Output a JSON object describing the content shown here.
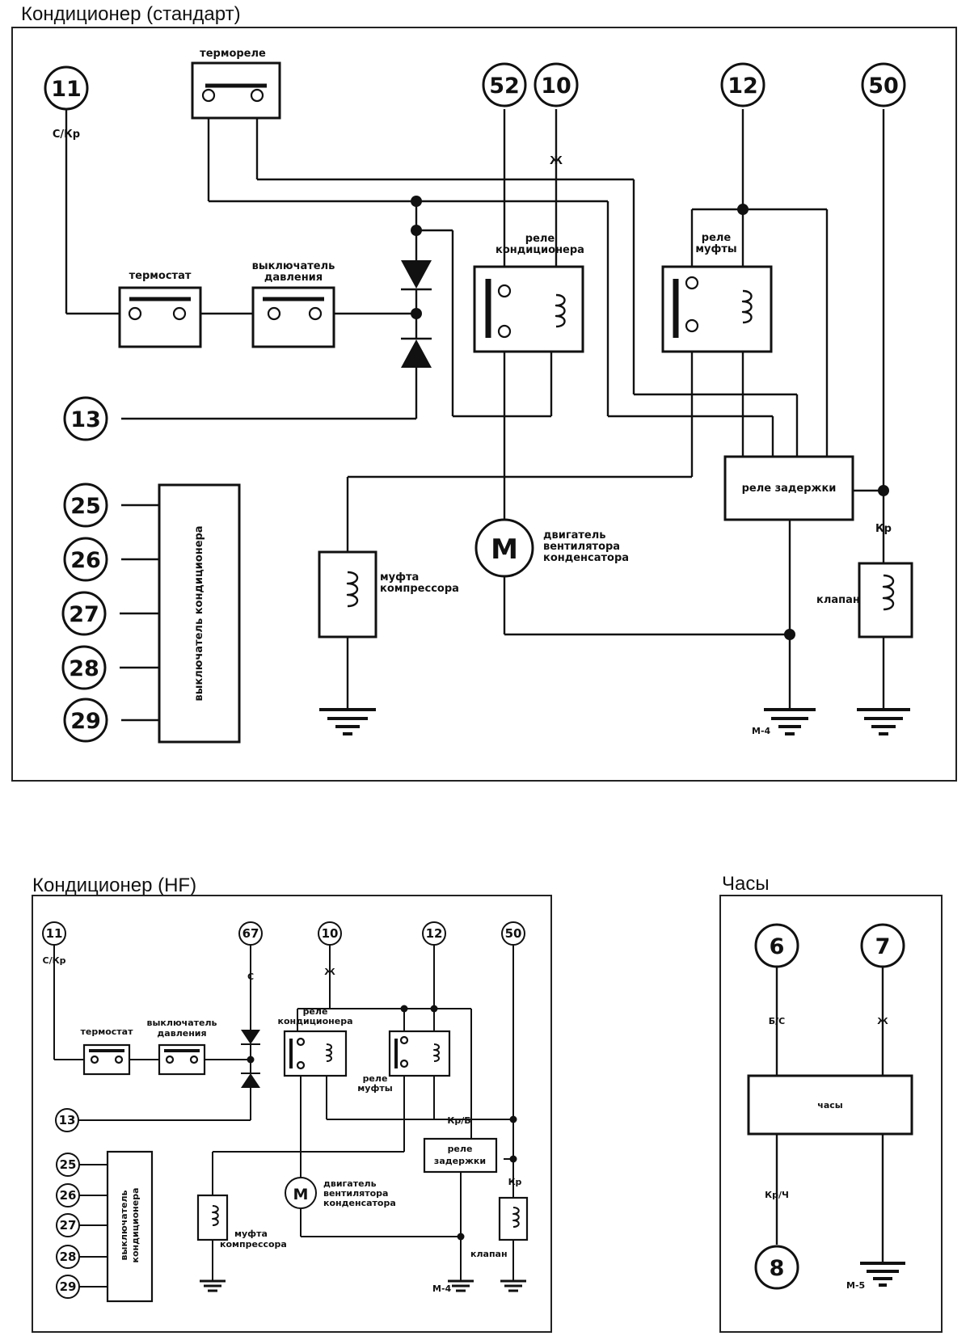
{
  "titles": {
    "standard": "Кондиционер (стандарт)",
    "hf": "Кондиционер (HF)",
    "clock": "Часы"
  },
  "standard": {
    "terminals": [
      "11",
      "52",
      "10",
      "12",
      "50",
      "13",
      "25",
      "26",
      "27",
      "28",
      "29"
    ],
    "wire_colors": {
      "t11": "С/Кр",
      "t10": "Ж",
      "valve": "Кр"
    },
    "thermo_relay": "термореле",
    "thermostat": "термостат",
    "pressure_switch": [
      "выключатель",
      "давления"
    ],
    "ac_relay": [
      "реле",
      "кондиционера"
    ],
    "clutch_relay": [
      "реле",
      "муфты"
    ],
    "delay_relay": "реле задержки",
    "fan_motor_symbol": "M",
    "fan_motor": [
      "двигатель",
      "вентилятора",
      "конденсатора"
    ],
    "compressor_clutch": [
      "муфта",
      "компрессора"
    ],
    "valve": "клапан",
    "ac_switch": "выключатель кондиционера",
    "ground": "М-4"
  },
  "hf": {
    "terminals": [
      "11",
      "67",
      "10",
      "12",
      "50",
      "13",
      "25",
      "26",
      "27",
      "28",
      "29"
    ],
    "wire_colors": {
      "t11": "С/Кр",
      "t67": "С",
      "t10": "Ж",
      "kr_b": "Кр/Б",
      "valve": "Кр"
    },
    "thermostat": "термостат",
    "pressure_switch": [
      "выключатель",
      "давления"
    ],
    "ac_relay": [
      "реле",
      "кондиционера"
    ],
    "clutch_relay": [
      "реле",
      "муфты"
    ],
    "delay_relay": [
      "реле",
      "задержки"
    ],
    "fan_motor_symbol": "M",
    "fan_motor": [
      "двигатель",
      "вентилятора",
      "конденсатора"
    ],
    "compressor_clutch": [
      "муфта",
      "компрессора"
    ],
    "valve": "клапан",
    "ac_switch": [
      "выключатель",
      "кондиционера"
    ],
    "ground": "М-4"
  },
  "clock": {
    "terminals": [
      "6",
      "7",
      "8"
    ],
    "wire_colors": {
      "t6": "Б/С",
      "t7": "Ж",
      "t8": "Кр/Ч"
    },
    "unit": "часы",
    "ground": "М-5"
  }
}
